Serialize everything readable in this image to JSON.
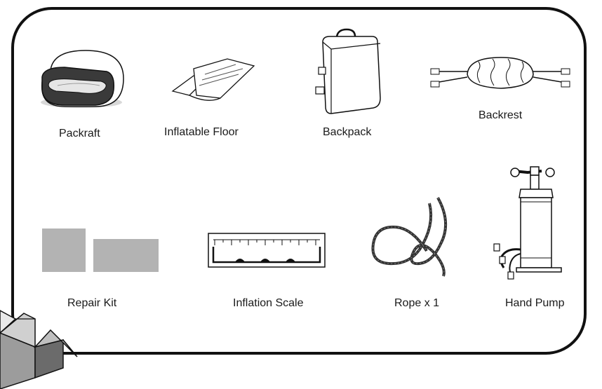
{
  "items": [
    {
      "label": "Packraft",
      "icon": "packraft-icon"
    },
    {
      "label": "Inflatable Floor",
      "icon": "inflatable-floor-icon"
    },
    {
      "label": "Backpack",
      "icon": "backpack-icon"
    },
    {
      "label": "Backrest",
      "icon": "backrest-icon"
    },
    {
      "label": "Repair Kit",
      "icon": "repair-kit-icon"
    },
    {
      "label": "Inflation Scale",
      "icon": "inflation-scale-icon"
    },
    {
      "label": "Rope x 1",
      "icon": "rope-icon"
    },
    {
      "label": "Hand Pump",
      "icon": "hand-pump-icon"
    }
  ],
  "colors": {
    "outline": "#111111",
    "patch": "#b3b3b3",
    "raft_dark": "#3a3a3a"
  }
}
